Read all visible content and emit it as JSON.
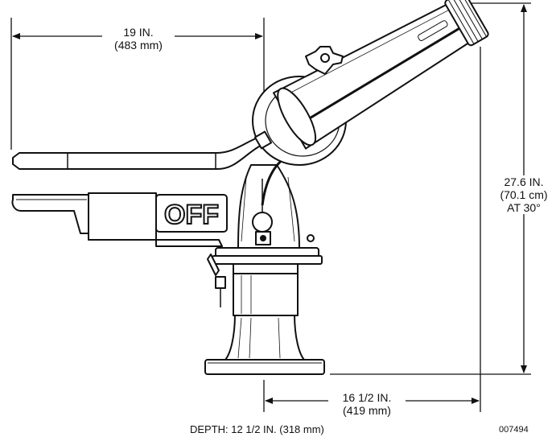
{
  "dimensions": {
    "width_label": {
      "line1": "19 IN.",
      "line2": "(483 mm)"
    },
    "height_label": {
      "line1": "27.6 IN.",
      "line2": "(70.1 cm)",
      "line3": "AT 30°"
    },
    "base_label": {
      "line1": "16 1/2 IN.",
      "line2": "(419 mm)"
    }
  },
  "handle_text": "OFF",
  "footer": {
    "depth_text": "DEPTH: 12 1/2 IN. (318 mm)",
    "part_number": "007494"
  }
}
